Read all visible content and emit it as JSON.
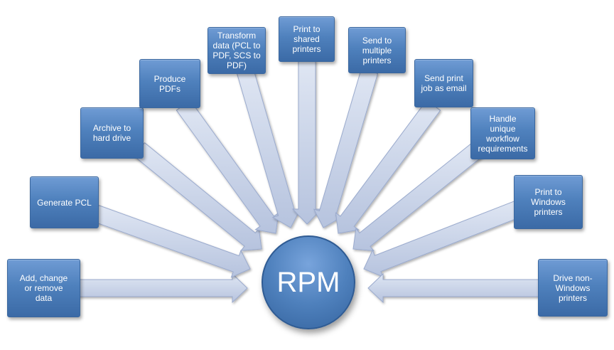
{
  "center": {
    "label": "RPM"
  },
  "colors": {
    "box_fill": "#4f81bd",
    "arrow_fill": "#c4cfe6",
    "arrow_stroke": "#9aaacd",
    "text": "#ffffff"
  },
  "nodes": [
    {
      "id": "add-change-remove",
      "label": "Add, change\nor remove\ndata"
    },
    {
      "id": "generate-pcl",
      "label": "Generate PCL"
    },
    {
      "id": "archive",
      "label": "Archive to\nhard drive"
    },
    {
      "id": "produce-pdfs",
      "label": "Produce\nPDFs"
    },
    {
      "id": "transform-data",
      "label": "Transform\ndata (PCL to\nPDF, SCS to\nPDF)"
    },
    {
      "id": "print-shared",
      "label": "Print to\nshared\nprinters"
    },
    {
      "id": "send-multiple",
      "label": "Send to\nmultiple\nprinters"
    },
    {
      "id": "send-email",
      "label": "Send print\njob as email"
    },
    {
      "id": "handle-workflow",
      "label": "Handle\nunique\nworkflow\nrequirements"
    },
    {
      "id": "print-windows",
      "label": "Print to\nWindows\nprinters"
    },
    {
      "id": "drive-non-windows",
      "label": "Drive non-\nWindows\nprinters"
    }
  ]
}
